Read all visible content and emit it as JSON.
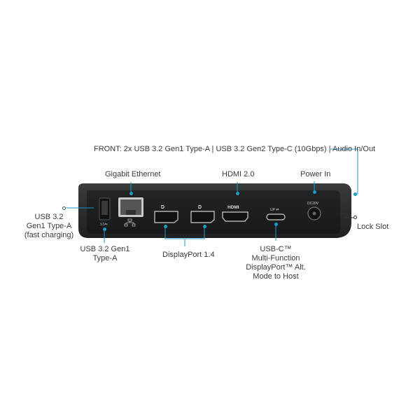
{
  "labels": {
    "front": "FRONT: 2x USB 3.2 Gen1 Type-A  |  USB 3.2 Gen2 Type-C (10Gbps)  |  Audio In/Out",
    "gigabit_ethernet": "Gigabit Ethernet",
    "hdmi": "HDMI 2.0",
    "power_in": "Power In",
    "usb_fast_1": "USB 3.2",
    "usb_fast_2": "Gen1 Type-A",
    "usb_fast_3": "(fast charging)",
    "lock_slot": "Lock Slot",
    "usb_gen1_1": "USB 3.2 Gen1",
    "usb_gen1_2": "Type-A",
    "displayport": "DisplayPort 1.4",
    "usbc_1": "USB-C™",
    "usbc_2": "Multi-Function",
    "usbc_3": "DisplayPort™ Alt.",
    "usbc_4": "Mode to Host"
  },
  "device_markings": {
    "usb_logo": "SS⇆",
    "dp_icon_1": "D",
    "dp_icon_2": "D",
    "hdmi_logo": "HDMI",
    "usbc_mark": "UP ⇄",
    "dc_mark": "DC20V"
  },
  "colors": {
    "accent": "#1a9ac9",
    "device_body": "#2b2c2e",
    "device_panel": "#1d1e20"
  }
}
